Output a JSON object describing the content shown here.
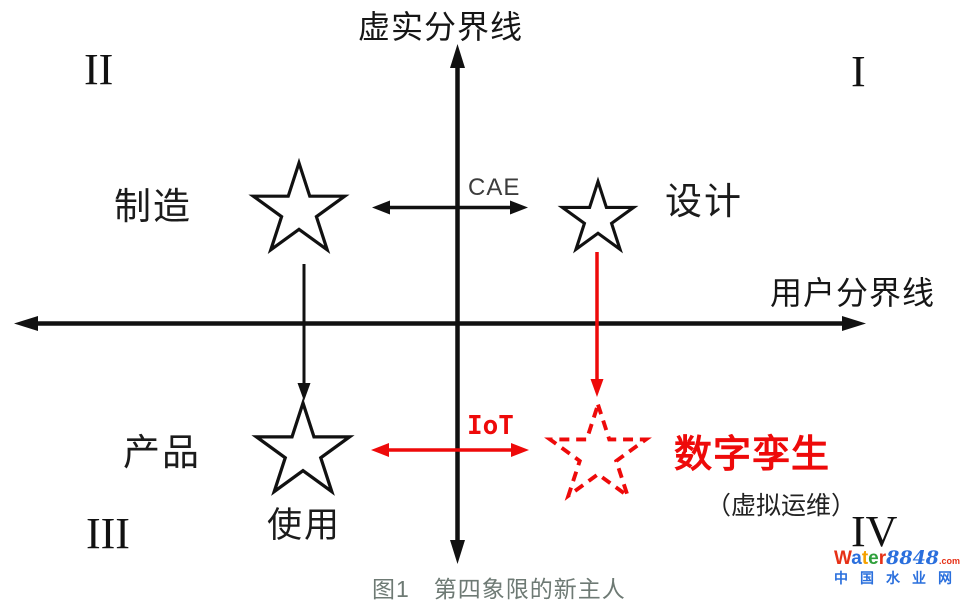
{
  "diagram": {
    "vertical_axis_label": "虚实分界线",
    "horizontal_axis_label": "用户分界线",
    "quadrant_labels": {
      "q1": "I",
      "q2": "II",
      "q3": "III",
      "q4": "IV"
    },
    "nodes": {
      "manufacture": "制造",
      "design": "设计",
      "product": "产品",
      "use": "使用",
      "digital_twin": "数字孪生",
      "digital_twin_note": "（虚拟运维）"
    },
    "links": {
      "cae": "CAE",
      "iot": "IoT"
    },
    "colors": {
      "ink": "#111111",
      "red": "#ee0a0a",
      "cae_gray": "#3c3c3c",
      "caption_gray": "#6e7a74"
    }
  },
  "caption": "图1　第四象限的新主人",
  "watermark": {
    "brand_letters": [
      {
        "ch": "W",
        "color": "#e63117"
      },
      {
        "ch": "a",
        "color": "#2a6fdd"
      },
      {
        "ch": "t",
        "color": "#f5a100"
      },
      {
        "ch": "e",
        "color": "#2fa03c"
      },
      {
        "ch": "r",
        "color": "#e63117"
      }
    ],
    "brand_number": "8848",
    "brand_tld": ".com",
    "site_name": "中国水业网",
    "brand_blue": "#2a6fdd",
    "tld_red": "#e63117"
  }
}
